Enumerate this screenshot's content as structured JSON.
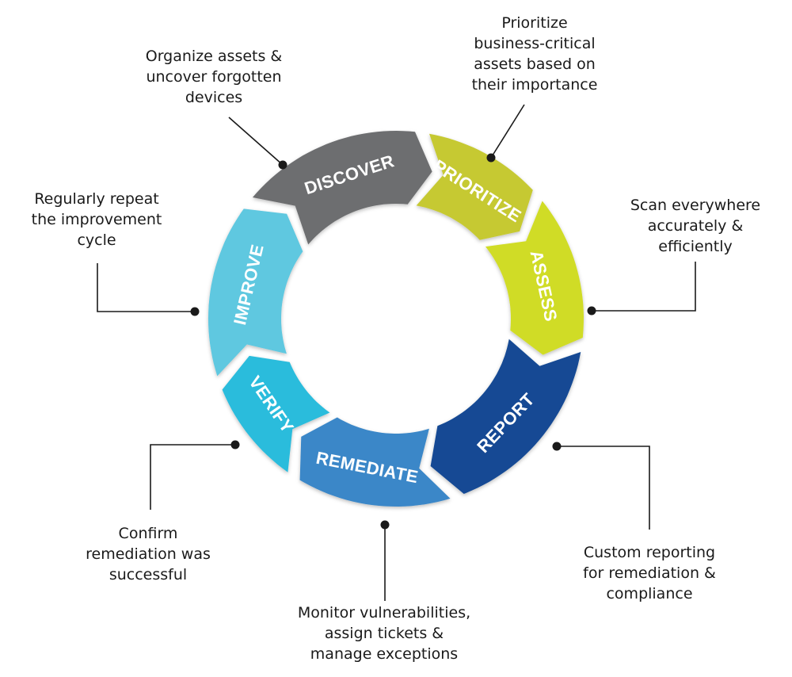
{
  "stages": [
    {
      "key": "discover",
      "label": "DISCOVER",
      "color": "#6d6e70"
    },
    {
      "key": "prioritize",
      "label": "PRIORITIZE",
      "color": "#c6c932"
    },
    {
      "key": "assess",
      "label": "ASSESS",
      "color": "#d0dc28"
    },
    {
      "key": "report",
      "label": "REPORT",
      "color": "#124a94"
    },
    {
      "key": "remediate",
      "label": "REMEDIATE",
      "color": "#3a87c8"
    },
    {
      "key": "verify",
      "label": "VERIFY",
      "color": "#2cbcdc"
    },
    {
      "key": "improve",
      "label": "IMPROVE",
      "color": "#5ec8e0"
    }
  ],
  "notes": {
    "discover": [
      "Organize assets &",
      "uncover forgotten",
      "devices"
    ],
    "prioritize": [
      "Prioritize",
      "business-critical",
      "assets based on",
      "their importance"
    ],
    "assess": [
      "Scan everywhere",
      "accurately &",
      "efficiently"
    ],
    "report": [
      "Custom reporting",
      "for remediation &",
      "compliance"
    ],
    "remediate": [
      "Monitor vulnerabilities,",
      "assign tickets &",
      "manage exceptions"
    ],
    "verify": [
      "Confirm",
      "remediation was",
      "successful"
    ],
    "improve": [
      "Regularly repeat",
      "the improvement",
      "cycle"
    ]
  },
  "connector_color": "#1a1a1a"
}
